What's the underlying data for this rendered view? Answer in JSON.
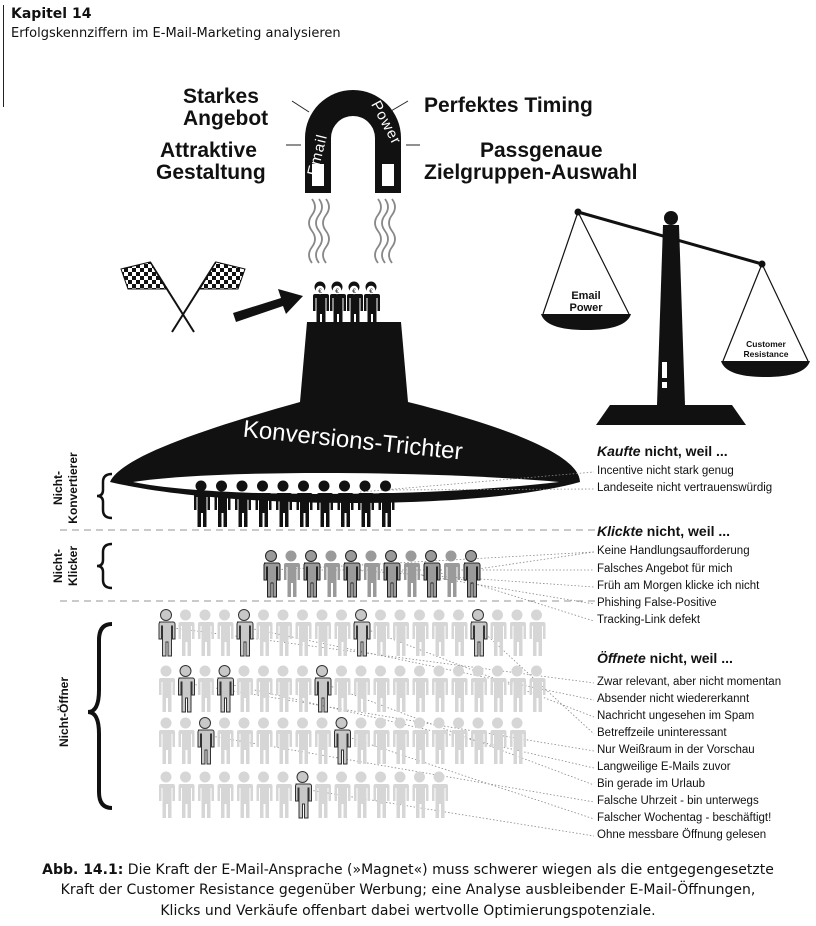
{
  "header": {
    "chapter": "Kapitel 14",
    "subtitle": "Erfolgskennziffern im E-Mail-Marketing analysieren"
  },
  "magnet": {
    "label_left": "Email",
    "label_right": "Power",
    "factors": {
      "top_left_1": "Starkes",
      "top_left_2": "Angebot",
      "bottom_left_1": "Attraktive",
      "bottom_left_2": "Gestaltung",
      "top_right": "Perfektes Timing",
      "bottom_right_1": "Passgenaue",
      "bottom_right_2": "Zielgruppen-Auswahl"
    }
  },
  "scale": {
    "left_pan": "Email Power",
    "left_pan_1": "Email",
    "left_pan_2": "Power",
    "right_pan_1": "Customer",
    "right_pan_2": "Resistance"
  },
  "funnel": {
    "label": "Konversions-Trichter",
    "coin_symbol": "€"
  },
  "groups": {
    "non_converters": {
      "line1": "Nicht-",
      "line2": "Konvertierer"
    },
    "non_clickers": {
      "line1": "Nicht-",
      "line2": "Klicker"
    },
    "non_openers": "Nicht-Öffner"
  },
  "reasons": {
    "bought": {
      "heading_italic": "Kaufte",
      "heading_rest": " nicht, weil ...",
      "items": [
        "Incentive nicht stark genug",
        "Landeseite nicht vertrauenswürdig"
      ]
    },
    "clicked": {
      "heading_italic": "Klickte",
      "heading_rest": " nicht, weil ...",
      "items": [
        "Keine Handlungsaufforderung",
        "Falsches Angebot für mich",
        "Früh am Morgen klicke ich nicht",
        "Phishing False-Positive",
        "Tracking-Link defekt"
      ]
    },
    "opened": {
      "heading_italic": "Öffnete",
      "heading_rest": " nicht, weil ...",
      "items": [
        "Zwar relevant, aber nicht momentan",
        "Absender nicht wiedererkannt",
        "Nachricht ungesehen im Spam",
        "Betreffzeile uninteressant",
        "Nur Weißraum in der Vorschau",
        "Langweilige E-Mails zuvor",
        "Bin gerade im Urlaub",
        "Falsche Uhrzeit - bin unterwegs",
        "Falscher Wochentag - beschäftigt!",
        "Ohne messbare Öffnung gelesen"
      ]
    }
  },
  "caption": {
    "label": "Abb. 14.1:",
    "text": " Die Kraft der E-Mail-Ansprache (»Magnet«) muss schwerer wiegen als die entgegengesetzte Kraft der Customer Resistance gegenüber Werbung; eine Analyse ausbleibender E-Mail-Öffnungen, Klicks und Verkäufe offenbart dabei wertvolle Optimierungspotenziale."
  }
}
